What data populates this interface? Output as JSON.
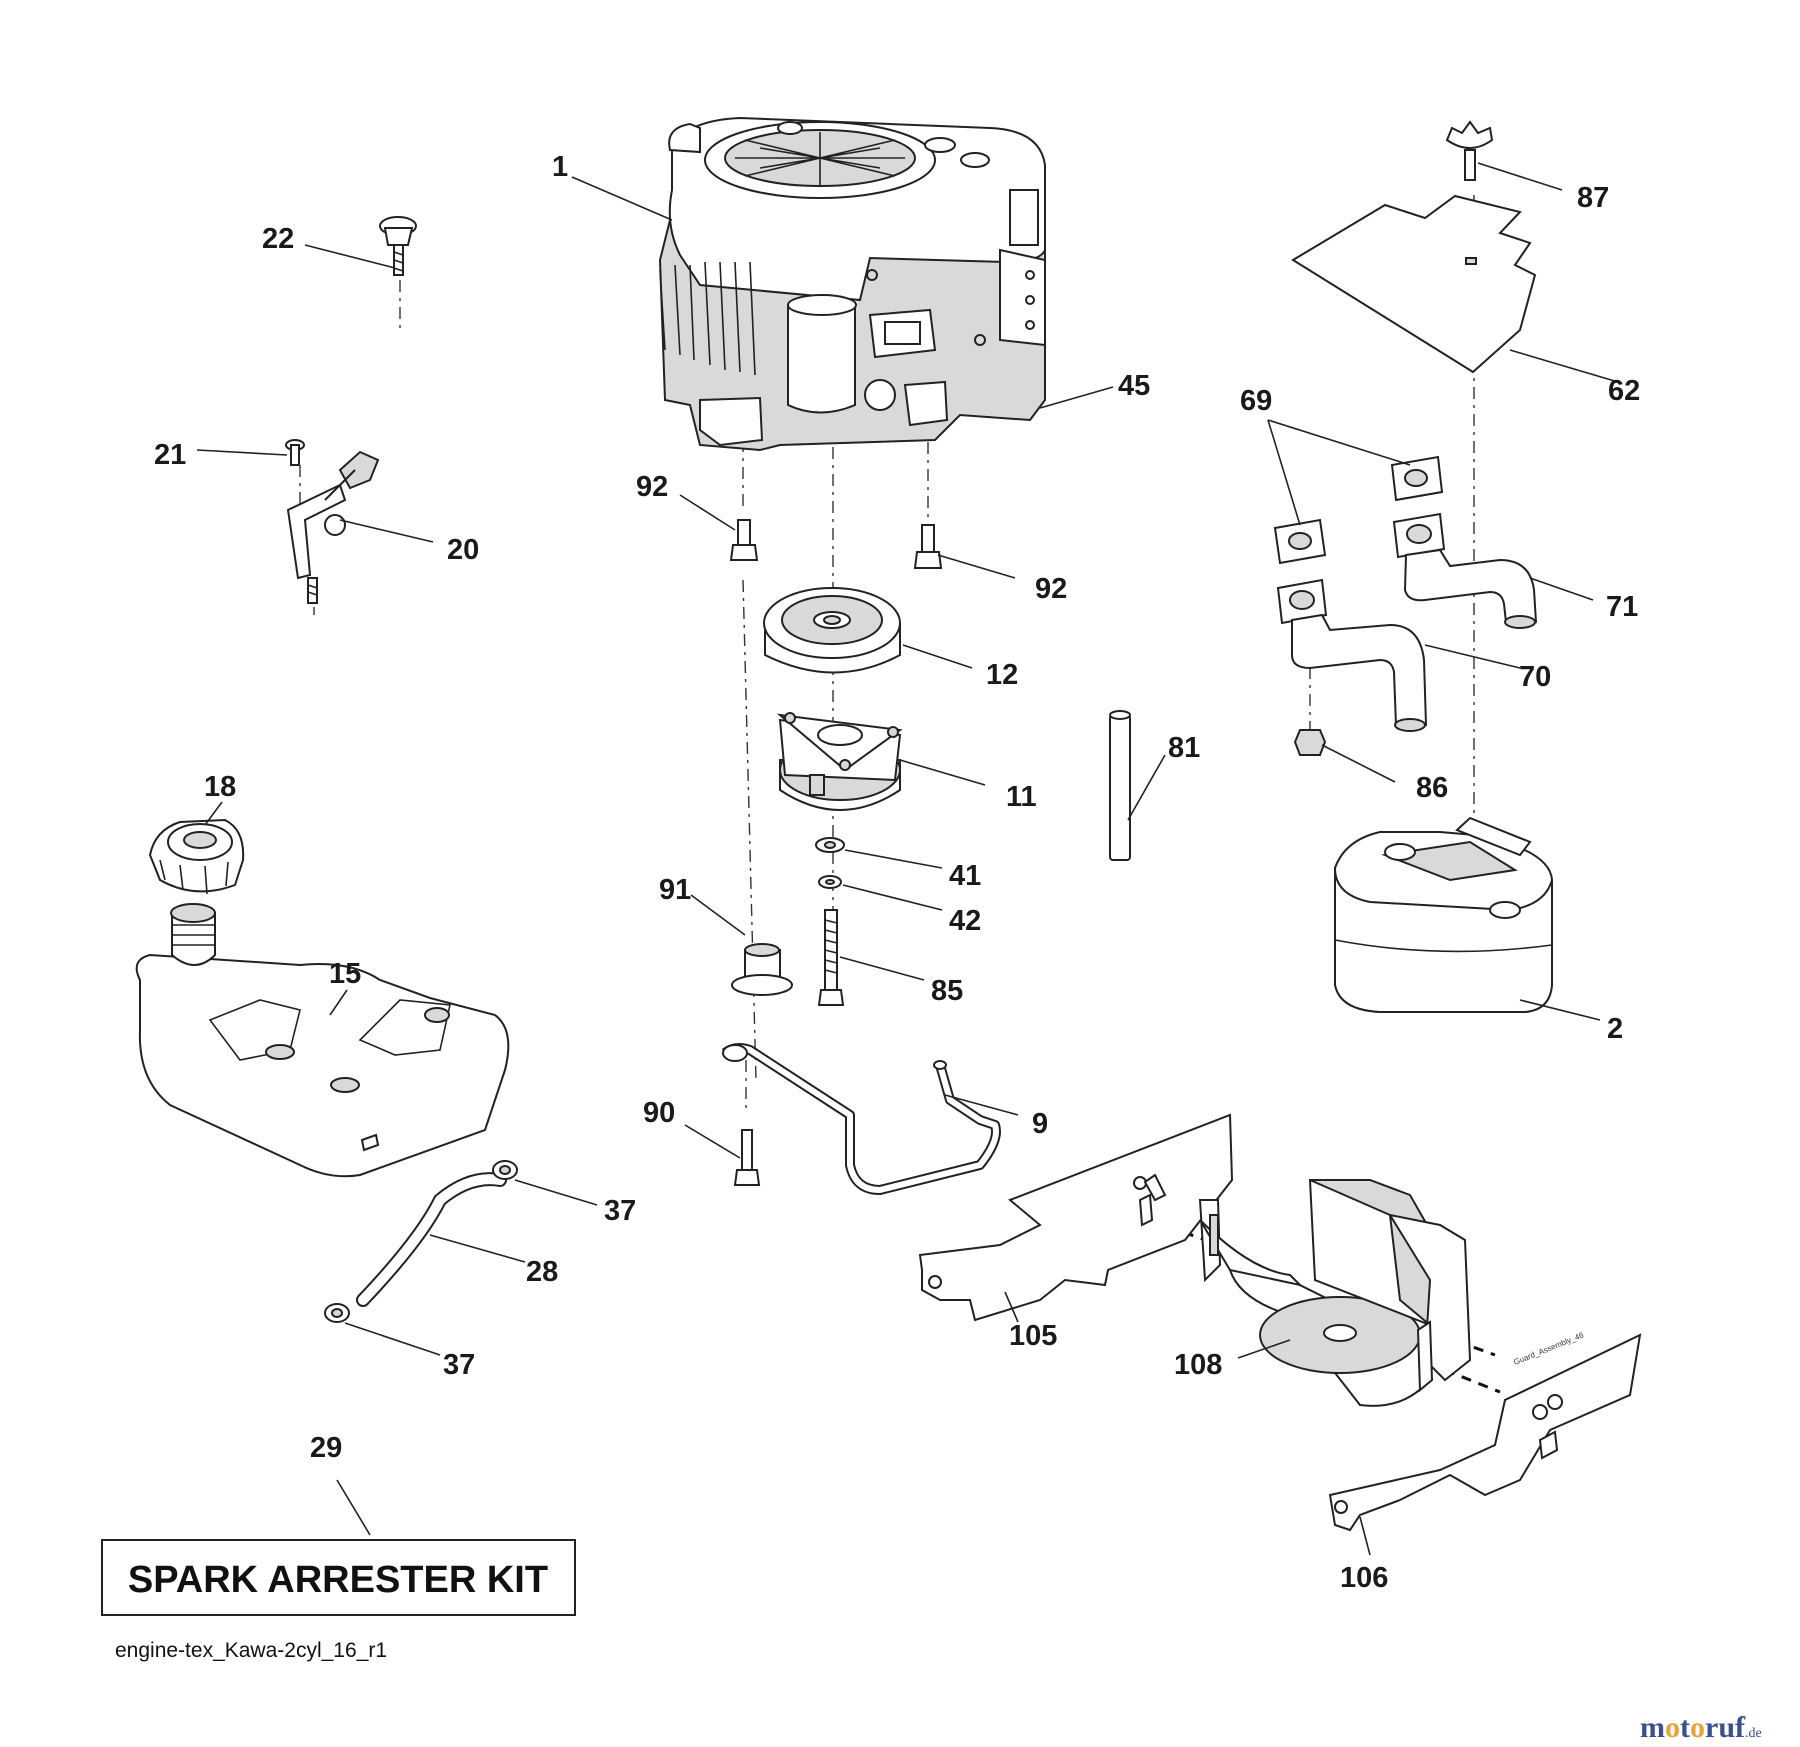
{
  "callouts": [
    {
      "id": "c1",
      "text": "1"
    },
    {
      "id": "c22",
      "text": "22"
    },
    {
      "id": "c21",
      "text": "21"
    },
    {
      "id": "c20",
      "text": "20"
    },
    {
      "id": "c92a",
      "text": "92"
    },
    {
      "id": "c92b",
      "text": "92"
    },
    {
      "id": "c45",
      "text": "45"
    },
    {
      "id": "c87",
      "text": "87"
    },
    {
      "id": "c62",
      "text": "62"
    },
    {
      "id": "c69",
      "text": "69"
    },
    {
      "id": "c71",
      "text": "71"
    },
    {
      "id": "c70",
      "text": "70"
    },
    {
      "id": "c12",
      "text": "12"
    },
    {
      "id": "c11",
      "text": "11"
    },
    {
      "id": "c81",
      "text": "81"
    },
    {
      "id": "c86",
      "text": "86"
    },
    {
      "id": "c18",
      "text": "18"
    },
    {
      "id": "c15",
      "text": "15"
    },
    {
      "id": "c91",
      "text": "91"
    },
    {
      "id": "c41",
      "text": "41"
    },
    {
      "id": "c42",
      "text": "42"
    },
    {
      "id": "c85",
      "text": "85"
    },
    {
      "id": "c2",
      "text": "2"
    },
    {
      "id": "c90",
      "text": "90"
    },
    {
      "id": "c9",
      "text": "9"
    },
    {
      "id": "c37a",
      "text": "37"
    },
    {
      "id": "c28",
      "text": "28"
    },
    {
      "id": "c37b",
      "text": "37"
    },
    {
      "id": "c105",
      "text": "105"
    },
    {
      "id": "c108",
      "text": "108"
    },
    {
      "id": "c29",
      "text": "29"
    },
    {
      "id": "c106",
      "text": "106"
    }
  ],
  "kit_label": "SPARK ARRESTER KIT",
  "filename": "engine-tex_Kawa-2cyl_16_r1",
  "watermark": {
    "main": "motoruf",
    "suffix": ".de"
  },
  "bracket_text": "Guard_Assembly_46",
  "colors": {
    "line": "#222222",
    "fill": "#d9d9d9",
    "watermark_orange": "#e8a23a",
    "watermark_blue": "#3a4f8f"
  }
}
